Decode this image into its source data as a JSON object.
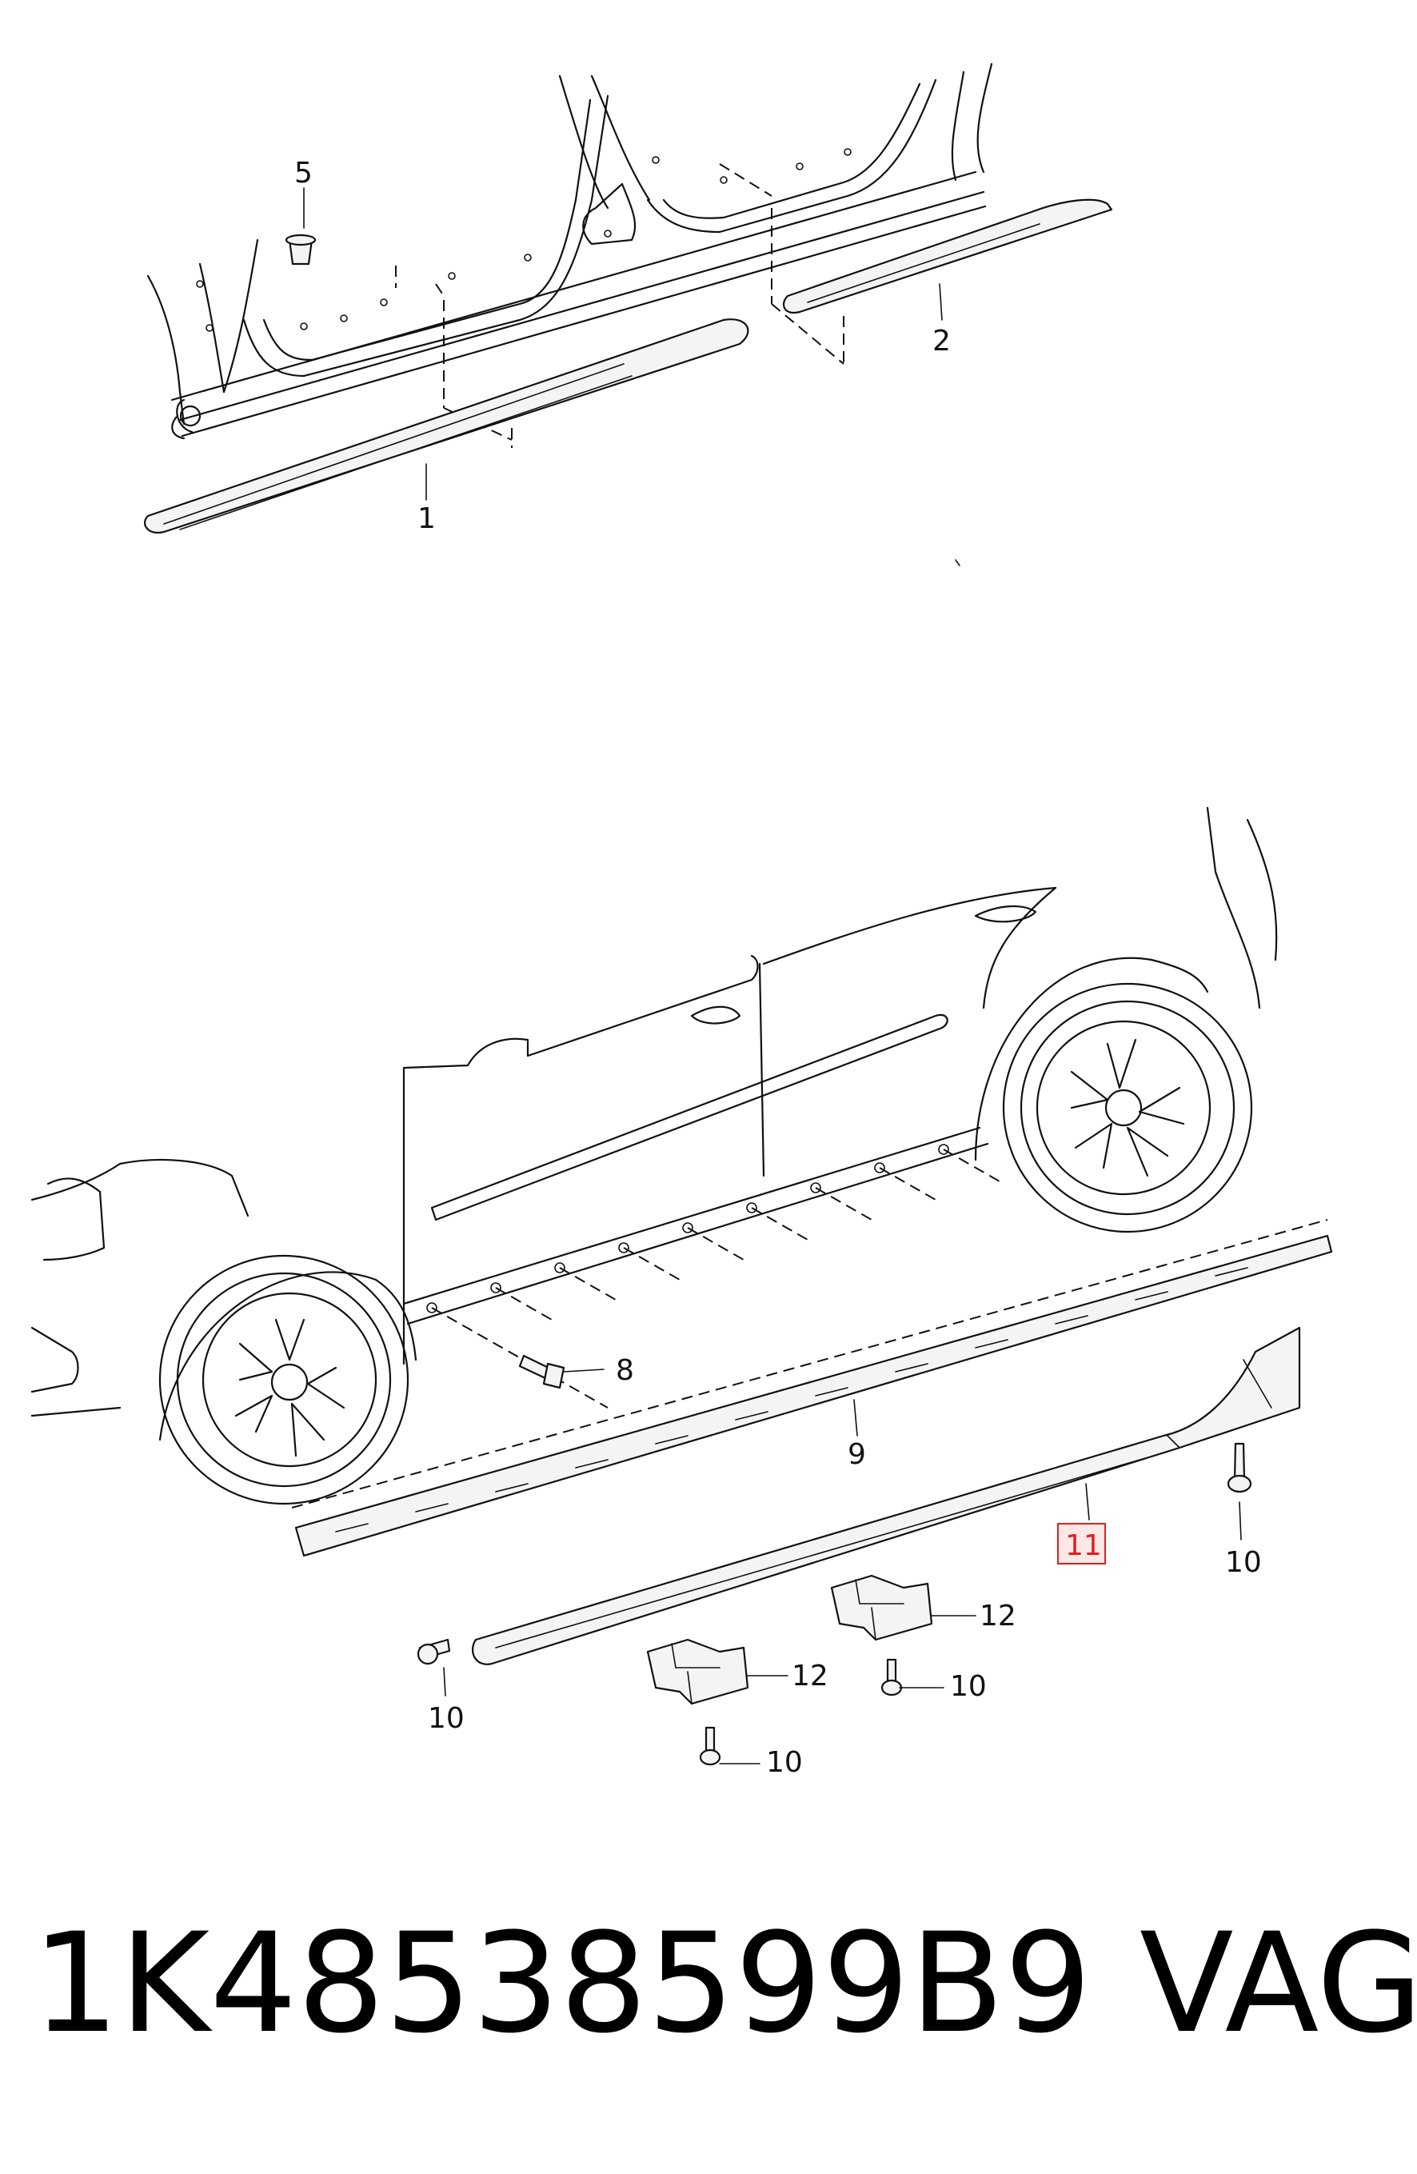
{
  "callouts": {
    "c1": "1",
    "c2": "2",
    "c5": "5",
    "c8": "8",
    "c9": "9",
    "c10a": "10",
    "c10b": "10",
    "c10c": "10",
    "c10d": "10",
    "c11": "11",
    "c12a": "12",
    "c12b": "12"
  },
  "highlight_color": "#e02020",
  "footer": {
    "part_number": "1K48538599B9",
    "brand": "VAG"
  }
}
